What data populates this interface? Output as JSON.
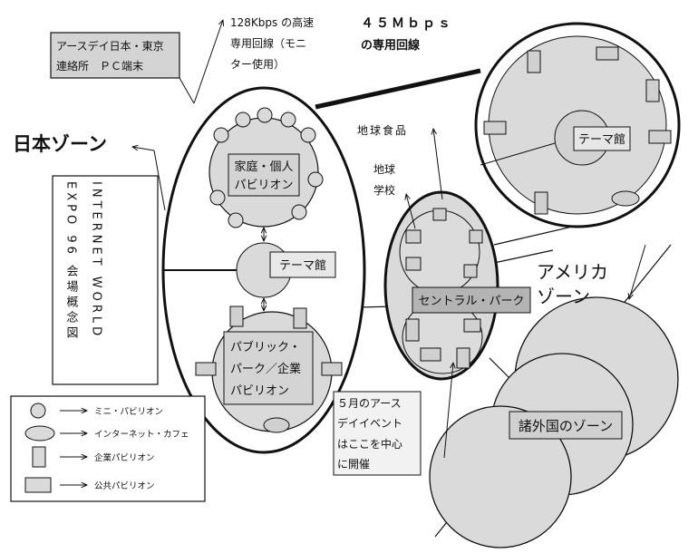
{
  "colors": {
    "fill": "#dadada",
    "fill_light": "#e4e4e4",
    "box_dark": "#b4b4b4",
    "box_mid": "#cfcfcf",
    "stroke": "#111111"
  },
  "labels": {
    "pc_box": [
      "アースデイ日本・東京",
      "連絡所　ＰＣ端末"
    ],
    "line128": [
      "128Kbps の高速",
      "専用回線（モニ",
      "ター使用）"
    ],
    "line45": [
      "４５Ｍｂｐｓ",
      "の専用回線"
    ],
    "japan_zone": "日本ゾーン",
    "expo_title_a": "INTERNET WORLD",
    "expo_title_b": "EXPO 96 会場概念図",
    "family_pavilion": [
      "家庭・個人",
      "パビリオン"
    ],
    "theme_hall_left": "テーマ館",
    "public_pavilion": [
      "パブリック・",
      "パーク／企業",
      "パビリオン"
    ],
    "chikyu_shokuhin": "地球食品",
    "chikyu_gakko": [
      "地球",
      "学校"
    ],
    "central_park": "セントラル・パーク",
    "theme_hall_right": "テーマ館",
    "america_zone": [
      "アメリカ",
      "ゾーン"
    ],
    "foreign_zone": "諸外国のゾーン",
    "may_event": [
      "５月のアース",
      "デイイベント",
      "はここを中心",
      "に開催"
    ]
  },
  "legend": [
    {
      "shape": "circle",
      "label": "ミニ・パビリオン"
    },
    {
      "shape": "ellipse",
      "label": "インターネット・カフェ"
    },
    {
      "shape": "tall-rect",
      "label": "企業パビリオン"
    },
    {
      "shape": "wide-rect",
      "label": "公共パビリオン"
    }
  ]
}
